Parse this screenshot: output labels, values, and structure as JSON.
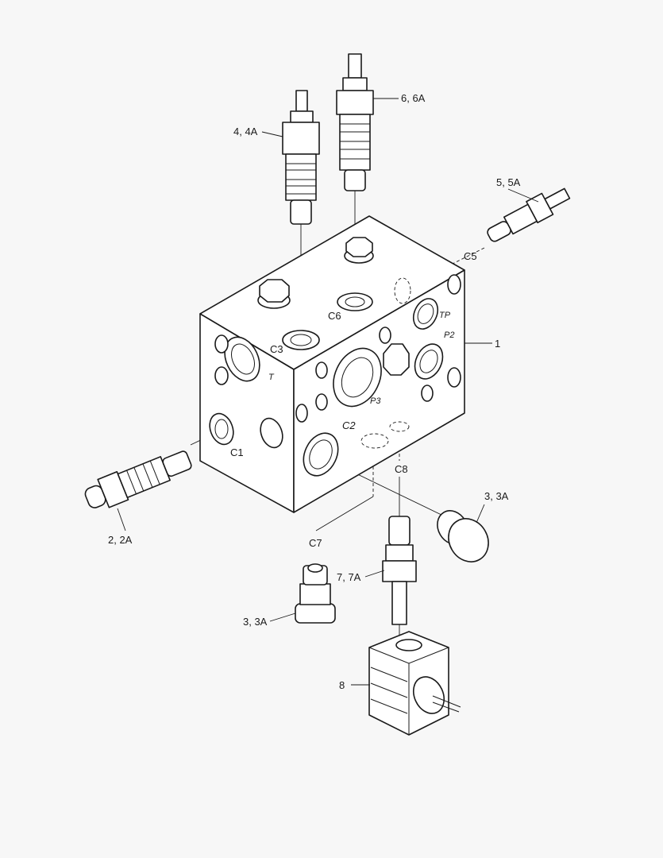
{
  "diagram": {
    "background": "#f7f7f7",
    "callouts": {
      "p1": "1",
      "p2": "2, 2A",
      "p3a": "3, 3A",
      "p3b": "3, 3A",
      "p4": "4, 4A",
      "p5": "5, 5A",
      "p6": "6, 6A",
      "p7": "7, 7A",
      "p8": "8"
    },
    "ports": {
      "c1": "C1",
      "c2": "C2",
      "c3": "C3",
      "c5": "C5",
      "c6": "C6",
      "c7": "C7",
      "c8": "C8",
      "t": "T",
      "tp": "TP",
      "p2": "P2",
      "p3": "P3"
    }
  }
}
